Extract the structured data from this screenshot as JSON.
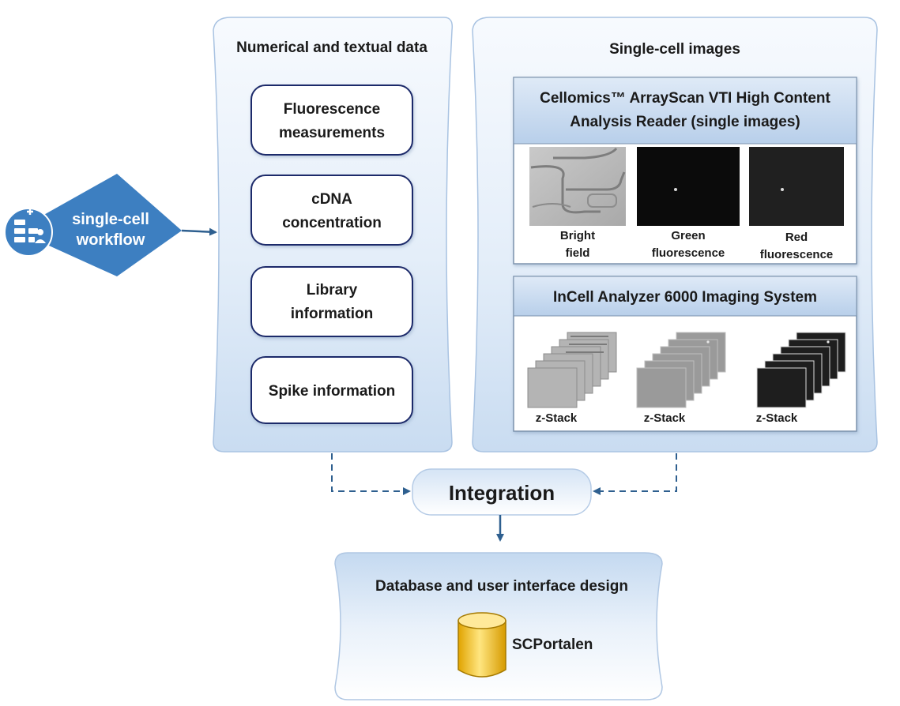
{
  "workflow": {
    "line1": "single-cell",
    "line2": "workflow"
  },
  "numerical": {
    "title": "Numerical and textual data",
    "items": [
      {
        "lines": [
          "Fluorescence",
          "measurements"
        ]
      },
      {
        "lines": [
          "cDNA",
          "concentration"
        ]
      },
      {
        "lines": [
          "Library",
          "information"
        ]
      },
      {
        "lines": [
          "Spike information"
        ]
      }
    ]
  },
  "images": {
    "title": "Single-cell images",
    "arrayscan": {
      "title_line1": "Cellomics™  ArrayScan VTI High Content",
      "title_line2": "Analysis Reader (single images)",
      "captions": [
        {
          "lines": [
            "Bright",
            "field"
          ]
        },
        {
          "lines": [
            "Green",
            "fluorescence"
          ]
        },
        {
          "lines": [
            "Red",
            "fluorescence"
          ]
        }
      ]
    },
    "incell": {
      "title": "InCell Analyzer 6000 Imaging System",
      "captions": [
        "z-Stack",
        "z-Stack",
        "z-Stack"
      ]
    }
  },
  "integration": {
    "label": "Integration"
  },
  "database": {
    "title": "Database and user interface design",
    "db_label": "SCPortalen"
  },
  "colors": {
    "accent": "#2e6da4",
    "diamond": "#3d7fc1",
    "navy": "#1f2a6b",
    "panel": "#cfdff2"
  }
}
